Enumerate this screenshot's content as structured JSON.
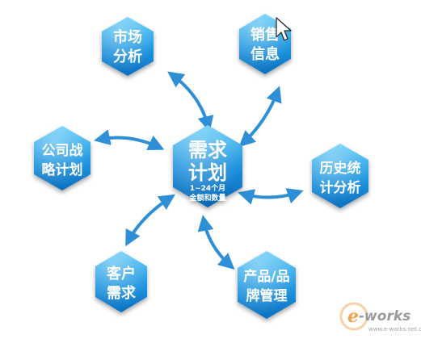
{
  "center": {
    "title_line1": "需求",
    "title_line2": "计划",
    "sub_line1": "1~24个月",
    "sub_line2": "金额和数量"
  },
  "nodes": {
    "market": {
      "line1": "市场",
      "line2": "分析"
    },
    "sales": {
      "line1": "销售",
      "line2": "信息"
    },
    "strategy": {
      "line1": "公司战",
      "line2": "略计划"
    },
    "history": {
      "line1": "历史统",
      "line2": "计分析"
    },
    "customer": {
      "line1": "客户",
      "line2": "需求"
    },
    "product": {
      "line1": "产品/品",
      "line2": "牌管理"
    }
  },
  "watermark": {
    "prefix": "e",
    "rest": "-works",
    "domain": "www.e-works.net.cn"
  },
  "colors": {
    "hex_light": "#4fc3f7",
    "hex_dark": "#0b6fbf",
    "arrow": "#2f8fd6",
    "watermark": "#f2a24a"
  }
}
